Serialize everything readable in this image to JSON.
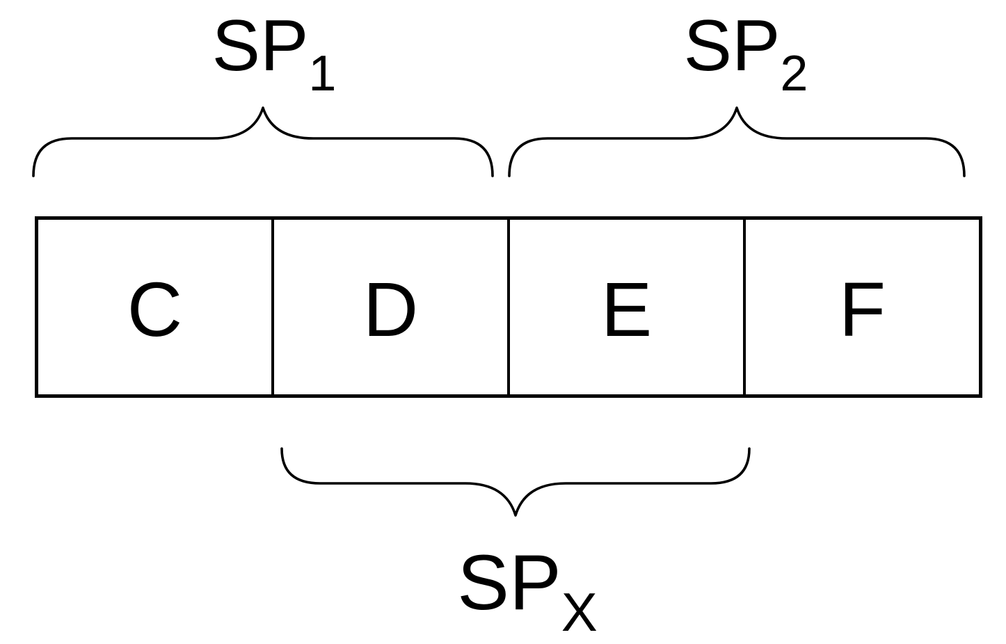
{
  "diagram": {
    "background_color": "#ffffff",
    "line_color": "#000000",
    "cells": [
      {
        "label": "C"
      },
      {
        "label": "D"
      },
      {
        "label": "E"
      },
      {
        "label": "F"
      }
    ],
    "braces": [
      {
        "id": "sp1",
        "label_base": "SP",
        "label_sub": "1",
        "position": "above",
        "spans_cells": "C-D"
      },
      {
        "id": "sp2",
        "label_base": "SP",
        "label_sub": "2",
        "position": "above",
        "spans_cells": "E-F"
      },
      {
        "id": "spx",
        "label_base": "SP",
        "label_sub": "X",
        "position": "below",
        "spans_cells": "D-E"
      }
    ]
  }
}
